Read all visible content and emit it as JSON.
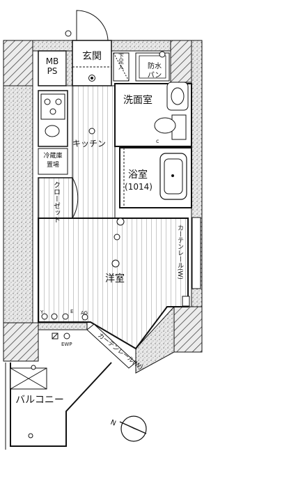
{
  "rooms": {
    "mbps_line1": "MB",
    "mbps_line2": "PS",
    "entrance": "玄関",
    "shoe": "下足入",
    "washroom": "洗面室",
    "bathroom": "浴室",
    "bath_size": "(1014)",
    "kitchen": "キッチン",
    "fridge_line1": "冷蔵庫",
    "fridge_line2": "置場",
    "closet": "クローゼット",
    "western_room": "洋室",
    "balcony": "バルコニー",
    "waterproof_pan_line1": "防水",
    "waterproof_pan_line2": "パン"
  },
  "annotations": {
    "curtain_rail_right": "カーテンレール(W)",
    "curtain_rail_diag": "カーテンレール(W)",
    "ewp": "EWP",
    "north": "N",
    "fixture_y": "Y",
    "fixture_ag": "AG",
    "fixture_c": "c",
    "fixture_e": "E"
  },
  "colors": {
    "wall_fill": "#c8c8c8",
    "line": "#111111",
    "floor_hatch": "#555555"
  }
}
